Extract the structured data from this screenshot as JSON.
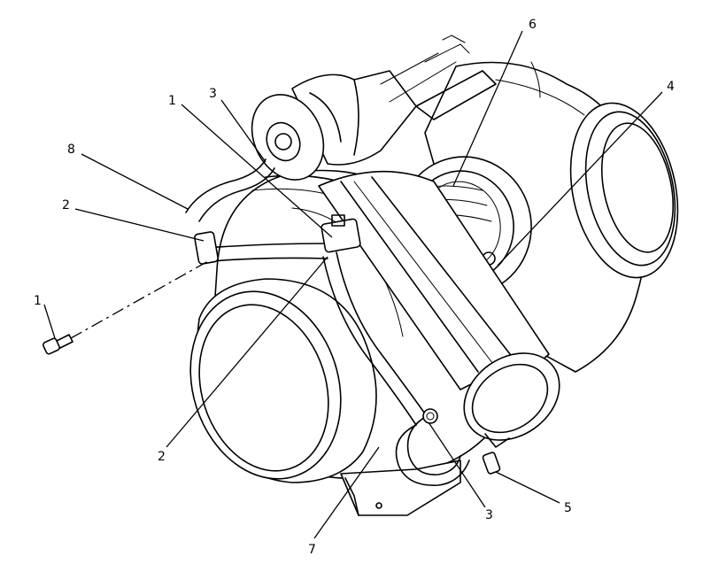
{
  "callouts": [
    "1",
    "2",
    "3",
    "4",
    "5",
    "6",
    "7",
    "8",
    "1",
    "2",
    "3"
  ]
}
